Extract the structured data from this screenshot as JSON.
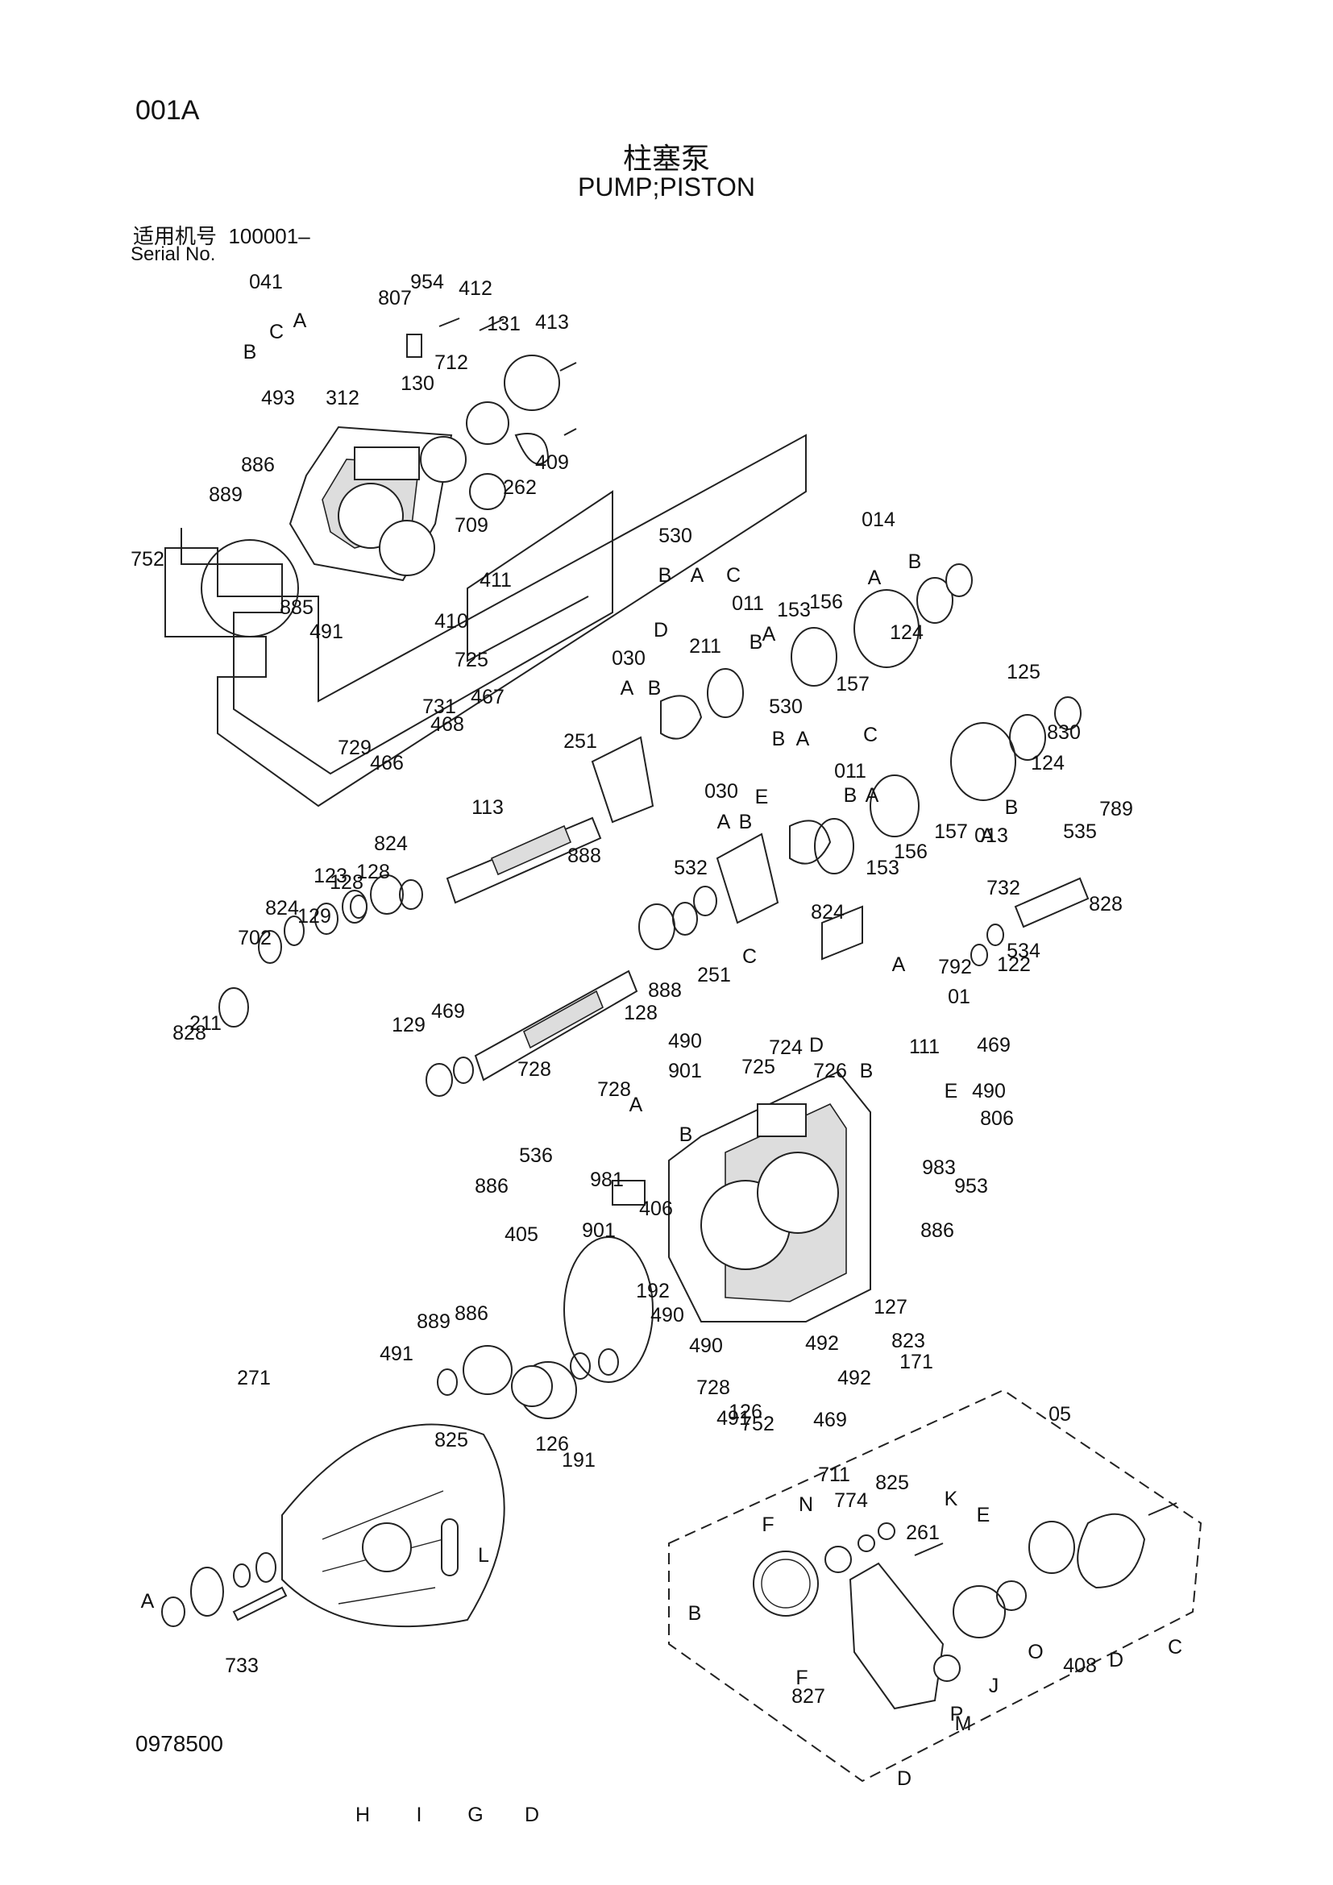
{
  "header": {
    "page_code": "001A",
    "title_cn": "柱塞泵",
    "title_en": "PUMP;PISTON",
    "serial_label_cn": "适用机号",
    "serial_range": "100001–",
    "serial_label_en": "Serial No."
  },
  "footer": {
    "drawing_number": "0978500"
  },
  "callouts": [
    "041",
    "807",
    "954",
    "412",
    "131",
    "413",
    "B",
    "C",
    "A",
    "312",
    "712",
    "130",
    "493",
    "409",
    "886",
    "889",
    "262",
    "709",
    "752",
    "885",
    "411",
    "410",
    "491",
    "530",
    "B",
    "A",
    "C",
    "D",
    "014",
    "A",
    "B",
    "156",
    "011",
    "153",
    "B",
    "A",
    "124",
    "157",
    "030",
    "A",
    "B",
    "211",
    "725",
    "467",
    "731",
    "468",
    "729",
    "466",
    "251",
    "113",
    "125",
    "530",
    "B",
    "A",
    "C",
    "830",
    "011",
    "B",
    "A",
    "124",
    "030",
    "E",
    "A",
    "B",
    "157",
    "A",
    "B",
    "013",
    "888",
    "824",
    "153",
    "156",
    "789",
    "535",
    "128",
    "123",
    "824",
    "128",
    "129",
    "702",
    "732",
    "828",
    "211",
    "824",
    "532",
    "534",
    "122",
    "128",
    "888",
    "251",
    "C",
    "792",
    "01",
    "A",
    "828",
    "129",
    "469",
    "490",
    "724",
    "D",
    "111",
    "728",
    "901",
    "725",
    "726",
    "B",
    "469",
    "728",
    "A",
    "E",
    "490",
    "B",
    "806",
    "536",
    "981",
    "983",
    "953",
    "886",
    "406",
    "405",
    "901",
    "886",
    "192",
    "886",
    "490",
    "127",
    "889",
    "490",
    "492",
    "823",
    "491",
    "171",
    "271",
    "492",
    "728",
    "491",
    "469",
    "752",
    "05",
    "825",
    "126",
    "191",
    "126",
    "825",
    "711",
    "774",
    "261",
    "K",
    "E",
    "F",
    "N",
    "A",
    "L",
    "B",
    "F",
    "827",
    "733",
    "P",
    "J",
    "O",
    "408",
    "D",
    "C",
    "D",
    "M",
    "H",
    "I",
    "G",
    "D"
  ]
}
